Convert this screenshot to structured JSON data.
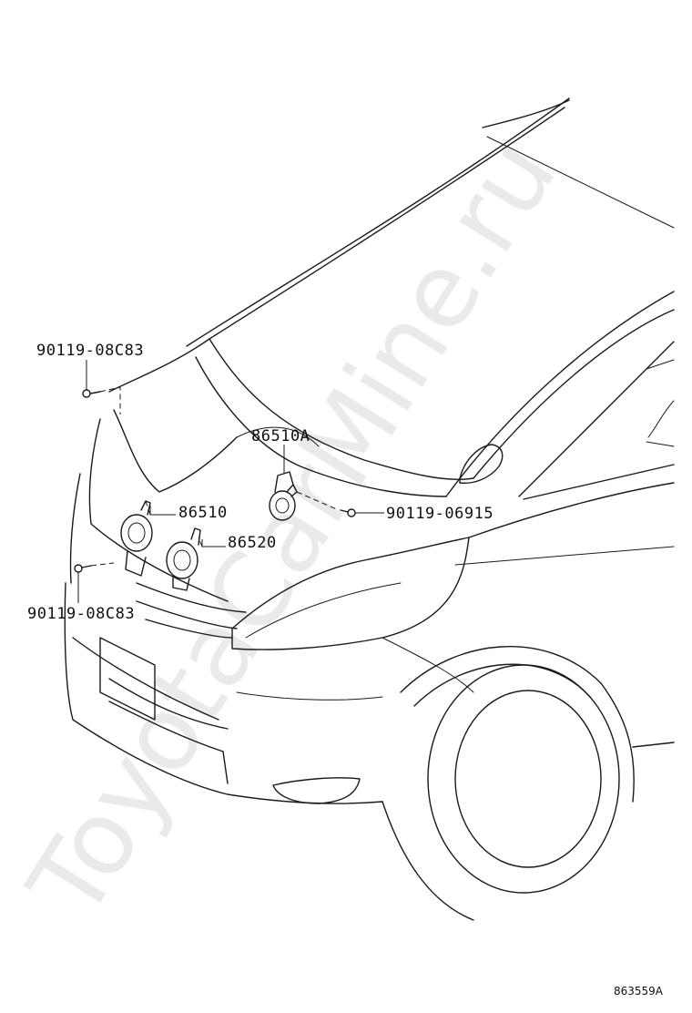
{
  "watermark": "ToyotaCarMine.ru",
  "callouts": {
    "bolt_upper_left": "90119-08C83",
    "horn_assembly_high": "86510A",
    "horn_high": "86510",
    "bolt_right": "90119-06915",
    "horn_low": "86520",
    "bolt_lower_left": "90119-08C83"
  },
  "reference_code": "863559A"
}
